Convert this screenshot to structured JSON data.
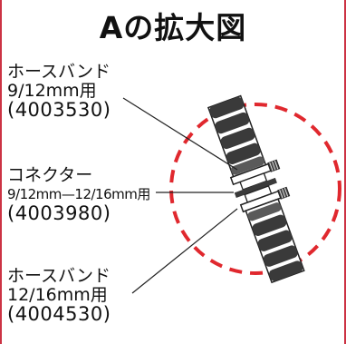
{
  "title": "Aの拡大図",
  "callouts": [
    {
      "line1": "ホースバンド",
      "line2": "9/12mm用",
      "code": "(4003530)"
    },
    {
      "line1": "コネクター",
      "line2": "9/12mm—12/16mm用",
      "code": "(4003980)"
    },
    {
      "line1": "ホースバンド",
      "line2": "12/16mm用",
      "code": "(4004530)"
    }
  ],
  "colors": {
    "accent_red": "#e0282e",
    "border_red": "#cc3344",
    "hose_dark": "#3a3a3a",
    "text": "#111111"
  }
}
